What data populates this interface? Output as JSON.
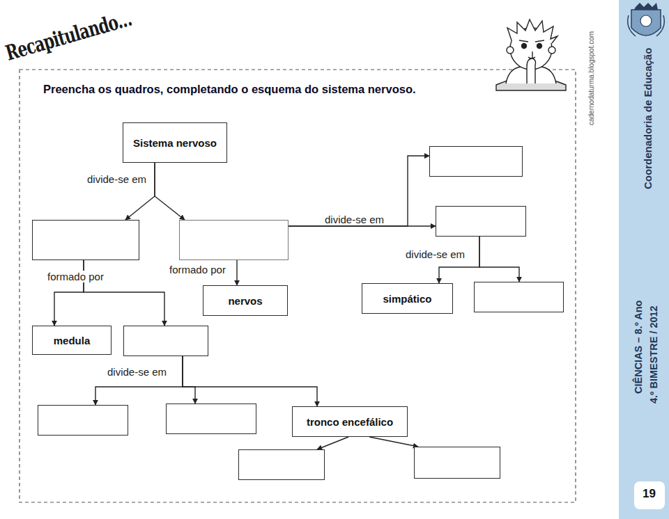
{
  "diagram": {
    "title": "Preencha os quadros, completando o esquema do sistema nervoso.",
    "nodes": [
      {
        "text": [
          "Sistema nervoso"
        ]
      },
      {
        "text": []
      },
      {
        "text": []
      },
      {
        "text": []
      },
      {
        "text": []
      },
      {
        "text": [
          "nervos"
        ]
      },
      {
        "text": [
          "simpático"
        ]
      },
      {
        "text": []
      },
      {
        "text": [
          "medula"
        ]
      },
      {
        "text": []
      },
      {
        "text": []
      },
      {
        "text": []
      },
      {
        "text": [
          "tronco encefálico"
        ]
      },
      {
        "text": []
      },
      {
        "text": []
      }
    ],
    "edges": [
      {
        "from": 0,
        "to": 1,
        "arrow": "to",
        "label": "divide-se em"
      },
      {
        "from": 0,
        "to": 2,
        "arrow": "to"
      },
      {
        "from": 1,
        "to": 8,
        "arrow": "to",
        "label": "formado por"
      },
      {
        "from": 1,
        "to": 9,
        "arrow": "to"
      },
      {
        "from": 2,
        "to": 5,
        "arrow": "to",
        "label": "formado por"
      },
      {
        "from": 2,
        "to": 3,
        "arrow": "to"
      },
      {
        "from": 2,
        "to": 4,
        "arrow": "to",
        "label": "divide-se em"
      },
      {
        "from": 4,
        "to": 6,
        "arrow": "to",
        "label": "divide-se em"
      },
      {
        "from": 4,
        "to": 7,
        "arrow": "to"
      },
      {
        "from": 9,
        "to": 10,
        "arrow": "to",
        "label": "divide-se em"
      },
      {
        "from": 9,
        "to": 11,
        "arrow": "to"
      },
      {
        "from": 9,
        "to": 12,
        "arrow": "to"
      },
      {
        "from": 12,
        "to": 13,
        "arrow": "to"
      },
      {
        "from": 12,
        "to": 14,
        "arrow": "to"
      }
    ],
    "labels": [
      "Recapitulando...",
      "cadernodaturma.blogspot.com",
      "Coordenadoria de Educação",
      "CIÊNCIAS – 8.º Ano",
      "4.º BIMESTRE / 2012",
      "19"
    ]
  }
}
